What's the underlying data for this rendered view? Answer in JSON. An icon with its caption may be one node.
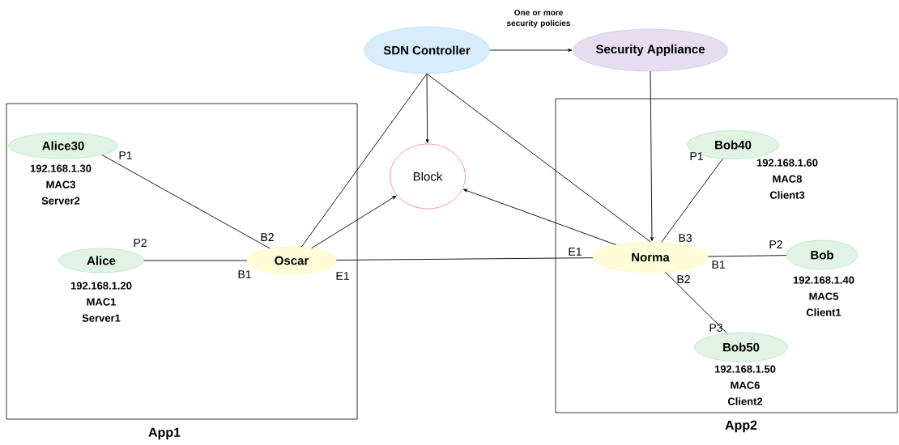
{
  "diagram": {
    "nodes": [
      {
        "text": [
          "SDN Controller"
        ]
      },
      {
        "text": [
          "Security Appliance"
        ]
      },
      {
        "text": [
          "App1"
        ]
      },
      {
        "text": [
          "Alice30"
        ],
        "in": 2,
        "beside": [
          "192.168.1.30",
          "MAC3",
          "Server2"
        ]
      },
      {
        "text": [
          "Alice"
        ],
        "in": 2,
        "beside": [
          "192.168.1.20",
          "MAC1",
          "Server1"
        ]
      },
      {
        "text": [
          "Oscar"
        ],
        "in": 2
      },
      {
        "text": [
          "Block"
        ]
      },
      {
        "text": [
          "App2"
        ]
      },
      {
        "text": [
          "Bob40"
        ],
        "in": 7,
        "beside": [
          "192.168.1.60",
          "MAC8",
          "Client3"
        ]
      },
      {
        "text": [
          "Norma"
        ],
        "in": 7
      },
      {
        "text": [
          "Bob"
        ],
        "in": 7,
        "beside": [
          "192.168.1.40",
          "MAC5",
          "Client1"
        ]
      },
      {
        "text": [
          "Bob50"
        ],
        "in": 7,
        "beside": [
          "192.168.1.50",
          "MAC6",
          "Client2"
        ]
      }
    ],
    "edges": [
      {
        "from": 0,
        "to": 1,
        "arrow": "to",
        "label": "One or more security policies"
      },
      {
        "from": 0,
        "to": 6,
        "arrow": "to"
      },
      {
        "from": 0,
        "to": 5,
        "arrow": "none"
      },
      {
        "from": 0,
        "to": 9,
        "arrow": "none"
      },
      {
        "from": 1,
        "to": 9,
        "arrow": "to"
      },
      {
        "from": 3,
        "to": 5,
        "arrow": "none"
      },
      {
        "from": 4,
        "to": 5,
        "arrow": "none"
      },
      {
        "from": 5,
        "to": 6,
        "arrow": "to"
      },
      {
        "from": 9,
        "to": 6,
        "arrow": "to"
      },
      {
        "from": 5,
        "to": 9,
        "arrow": "none"
      },
      {
        "from": 9,
        "to": 8,
        "arrow": "none"
      },
      {
        "from": 9,
        "to": 10,
        "arrow": "none"
      },
      {
        "from": 9,
        "to": 11,
        "arrow": "none"
      }
    ],
    "labels": [
      "P1",
      "B2",
      "P2",
      "B1",
      "E1",
      "E1",
      "P1",
      "B3",
      "P2",
      "B1",
      "B2",
      "P3"
    ]
  }
}
